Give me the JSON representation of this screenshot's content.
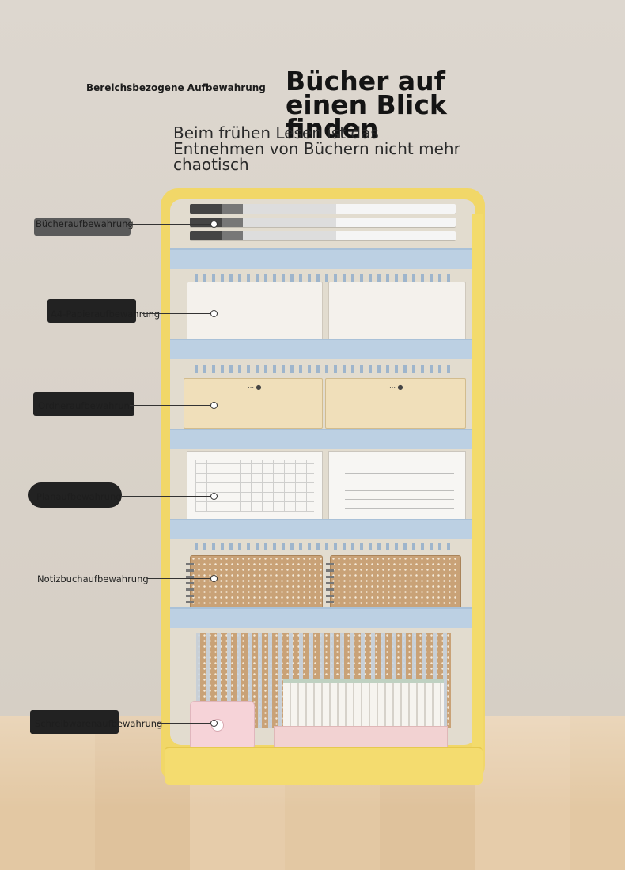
{
  "header": {
    "small_title": "Bereichsbezogene Aufbewahrung",
    "headline": "Bücher auf einen Blick finden",
    "subline": "Beim frühen Lesen ist das Entnehmen von Büchern nicht mehr chaotisch"
  },
  "callouts": [
    {
      "label": "Bücheraufbewahrung"
    },
    {
      "label": "A4-Papieraufbewahrung"
    },
    {
      "label": "Ordneraufbewahrung"
    },
    {
      "label": "Planaufbewahrung"
    },
    {
      "label": "Notizbuchaufbewahrung"
    },
    {
      "label": "Schreibwarenaufbewahrung"
    }
  ],
  "colors": {
    "frame": "#f1d768",
    "tier": "#bcd0e3",
    "wall": "#dcd6cd",
    "floor": "#e3c8a3"
  }
}
